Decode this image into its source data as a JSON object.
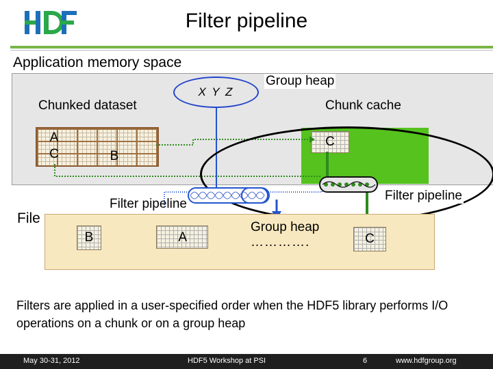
{
  "header": {
    "title": "Filter pipeline",
    "logo_text": "HDF"
  },
  "app": {
    "label": "Application memory space",
    "chunked_dataset_label": "Chunked dataset",
    "xyz_label": "X Y Z",
    "group_heap_label": "Group heap",
    "chunk_cache_label": "Chunk cache",
    "chunk_a": "A",
    "chunk_c_left": "C",
    "chunk_b": "B",
    "cache_chunk_c": "C",
    "filter_pipeline_right": "Filter pipeline"
  },
  "file": {
    "label": "File",
    "filter_pipeline_left": "Filter pipeline",
    "chunk_b": "B",
    "chunk_a": "A",
    "group_heap_label": "Group heap",
    "group_heap_dots": "………….",
    "chunk_c": "C"
  },
  "caption": "Filters are applied in a user-specified order when the HDF5 library performs I/O operations on a chunk or on a group heap",
  "footer": {
    "date": "May 30-31, 2012",
    "event": "HDF5 Workshop at PSI",
    "page": "6",
    "url": "www.hdfgroup.org"
  },
  "colors": {
    "accent_green": "#7ab648",
    "cache_green": "#55c21e",
    "blue_arrow": "#2255cc",
    "green_arrow": "#2e8b1e",
    "file_bg": "#f8e8c0"
  },
  "icons": {
    "logo": "hdf-logo"
  }
}
